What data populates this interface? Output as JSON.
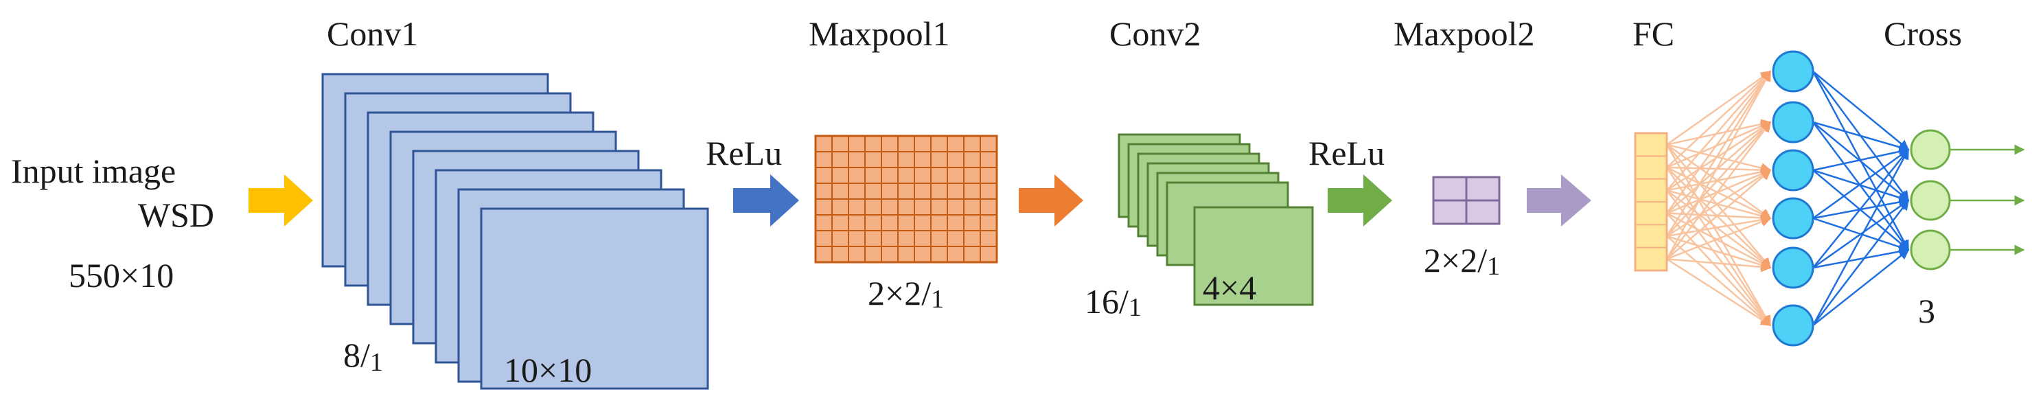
{
  "input": {
    "line1": "Input image",
    "line2": "WSD",
    "size": "550×10"
  },
  "stages": {
    "conv1": {
      "title": "Conv1",
      "filters": "8/",
      "filters_sub": "1",
      "kernel": "10×10"
    },
    "relu1": {
      "label": "ReLu"
    },
    "maxpool1": {
      "title": "Maxpool1",
      "size": "2×2/",
      "size_sub": "1"
    },
    "conv2": {
      "title": "Conv2",
      "filters": "16/",
      "filters_sub": "1",
      "kernel": "4×4"
    },
    "relu2": {
      "label": "ReLu"
    },
    "maxpool2": {
      "title": "Maxpool2",
      "size": "2×2/",
      "size_sub": "1"
    },
    "fc": {
      "title": "FC"
    },
    "cross": {
      "title": "Cross",
      "count": "3"
    }
  },
  "structure": {
    "conv1_maps": 8,
    "maxpool1_rows": 8,
    "maxpool1_cols": 11,
    "conv2_maps": 7,
    "maxpool2_rows": 2,
    "maxpool2_cols": 2,
    "fc_cells": 6,
    "hidden_nodes": 6,
    "output_nodes": 3
  },
  "colors": {
    "input_arrow": "#ffc000",
    "relu1_arrow": "#4472c4",
    "maxpool1_arrow": "#ed7d31",
    "relu2_arrow": "#70ad47",
    "maxpool2_arrow": "#a99bc6",
    "conv1_fill": "#b4c7e7",
    "conv1_stroke": "#2f5597",
    "maxpool1_fill": "#f4b183",
    "maxpool1_stroke": "#c55a11",
    "conv2_fill": "#a9d18e",
    "conv2_stroke": "#548235",
    "maxpool2_fill": "#d9c9e3",
    "maxpool2_stroke": "#7f6a9c",
    "fc_fill": "#ffe699",
    "fc_stroke": "#f4b183",
    "hidden_fill": "#4dd0f5",
    "hidden_stroke": "#1f78d1",
    "output_fill": "#d4f0b4",
    "output_stroke": "#70ad47",
    "fc_edges": "#f8c4a0",
    "hidden_edges": "#1f6fe0",
    "output_lines": "#70ad47"
  }
}
